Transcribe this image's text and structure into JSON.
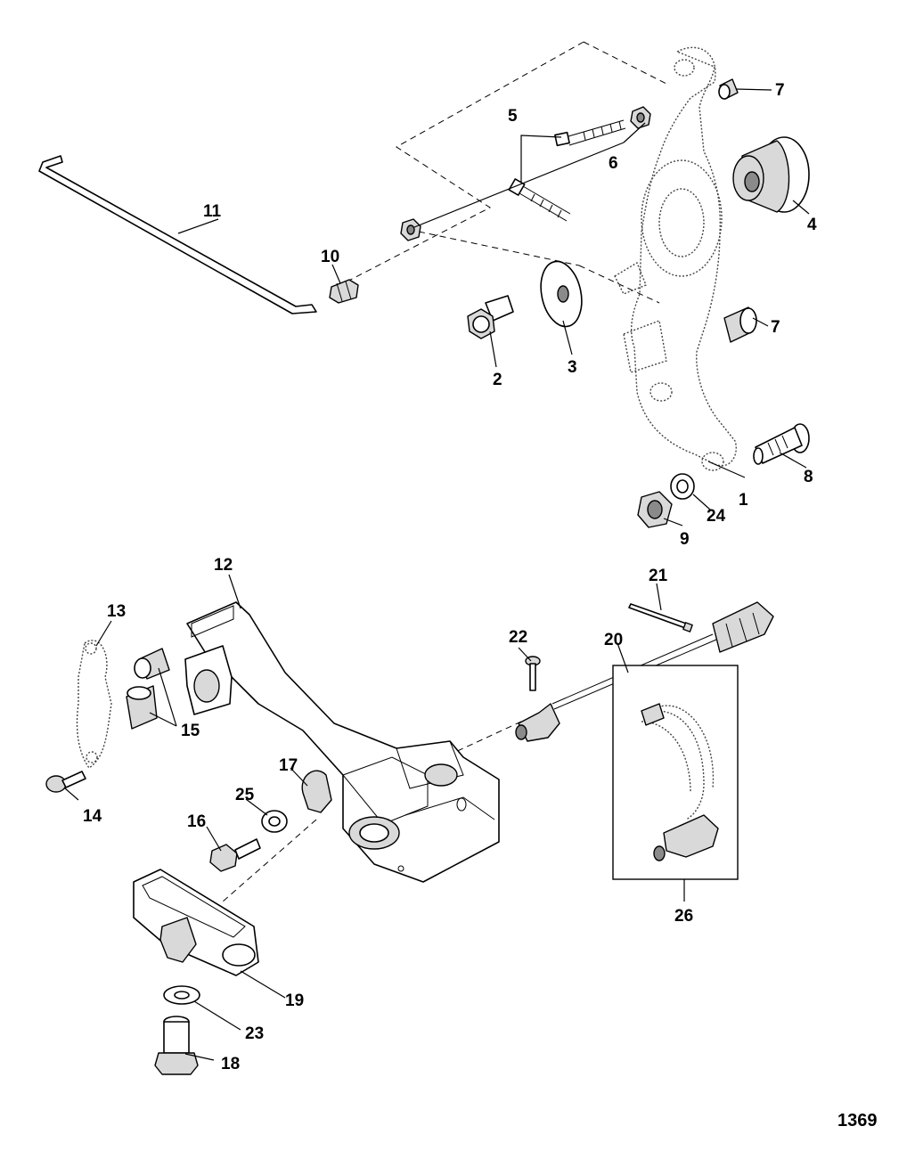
{
  "diagram": {
    "figure_number": "1369",
    "callouts": [
      "1",
      "2",
      "3",
      "4",
      "5",
      "6",
      "7",
      "7",
      "8",
      "9",
      "10",
      "11",
      "12",
      "13",
      "14",
      "15",
      "16",
      "17",
      "18",
      "19",
      "20",
      "21",
      "22",
      "23",
      "24",
      "25",
      "26"
    ]
  }
}
